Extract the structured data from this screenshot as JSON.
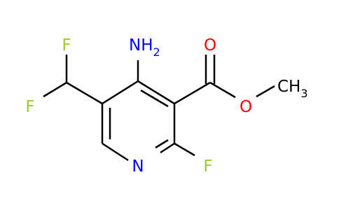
{
  "colors": {
    "bond": "#000000",
    "carbon": "#000000",
    "nitrogen": "#0000ff",
    "oxygen": "#ff0000",
    "fluorine": "#9acd32"
  },
  "atoms": {
    "f_top": "F",
    "f_left": "F",
    "amino": "NH",
    "amino_sub": "2",
    "ring_n": "N",
    "f_ring": "F",
    "carbonyl_o": "O",
    "ester_o": "O",
    "methyl": "CH",
    "methyl_sub": "3"
  }
}
